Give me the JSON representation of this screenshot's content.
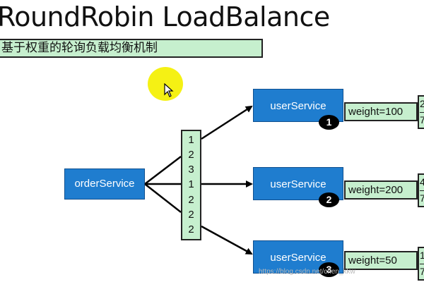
{
  "title": "RoundRobin LoadBalance",
  "subtitle": "基于权重的轮询负载均衡机制",
  "nodes": {
    "order": "orderService",
    "user1": "userService",
    "user2": "userService",
    "user3": "userService"
  },
  "queue": [
    "1",
    "2",
    "3",
    "1",
    "2",
    "2",
    "2"
  ],
  "weights": [
    "weight=100",
    "weight=200",
    "weight=50"
  ],
  "badges": [
    "1",
    "2",
    "3"
  ],
  "cut_labels": [
    [
      "2",
      "7"
    ],
    [
      "4",
      "7"
    ],
    [
      "1",
      "7"
    ]
  ],
  "watermark": "https://blog.csdn.net/chen_kkw",
  "colors": {
    "service_blue": "#1f7dcf",
    "panel_green": "#c6efce",
    "cursor_highlight": "#f4f000"
  },
  "icons": [
    "cursor-pointer-icon"
  ]
}
